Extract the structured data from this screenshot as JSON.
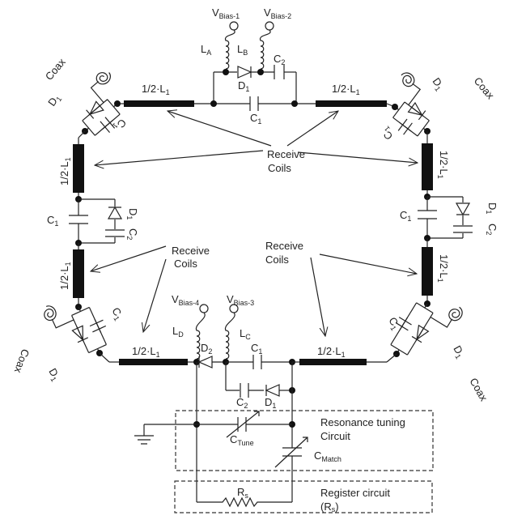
{
  "colors": {
    "wire": "#222222",
    "inductor_bar": "#111111",
    "background": "#ffffff"
  },
  "labels": {
    "vb1": {
      "main": "V",
      "sub": "Bias-1"
    },
    "vb2": {
      "main": "V",
      "sub": "Bias-2"
    },
    "vb3": {
      "main": "V",
      "sub": "Bias-3"
    },
    "vb4": {
      "main": "V",
      "sub": "Bias-4"
    },
    "la": {
      "main": "L",
      "sub": "A"
    },
    "lb": {
      "main": "L",
      "sub": "B"
    },
    "lc": {
      "main": "L",
      "sub": "C"
    },
    "ld": {
      "main": "L",
      "sub": "D"
    },
    "c1": {
      "main": "C",
      "sub": "1"
    },
    "c2": {
      "main": "C",
      "sub": "2"
    },
    "d1": {
      "main": "D",
      "sub": "1"
    },
    "d2": {
      "main": "D",
      "sub": "2"
    },
    "half_l1": {
      "main": "1/2·L",
      "sub": "1"
    },
    "coax": "Coax",
    "ctune": {
      "main": "C",
      "sub": "Tune"
    },
    "cmatch": {
      "main": "C",
      "sub": "Match"
    },
    "rs": {
      "main": "R",
      "sub": "s"
    }
  },
  "receive_coils": {
    "line1": "Receive",
    "line2": "Coils"
  },
  "resonance_box": {
    "line1": "Resonance tuning",
    "line2": "Circuit"
  },
  "register_box": {
    "line1": "Register circuit",
    "line2_main": "(R",
    "line2_sub": "s",
    "line2_end": ")"
  }
}
